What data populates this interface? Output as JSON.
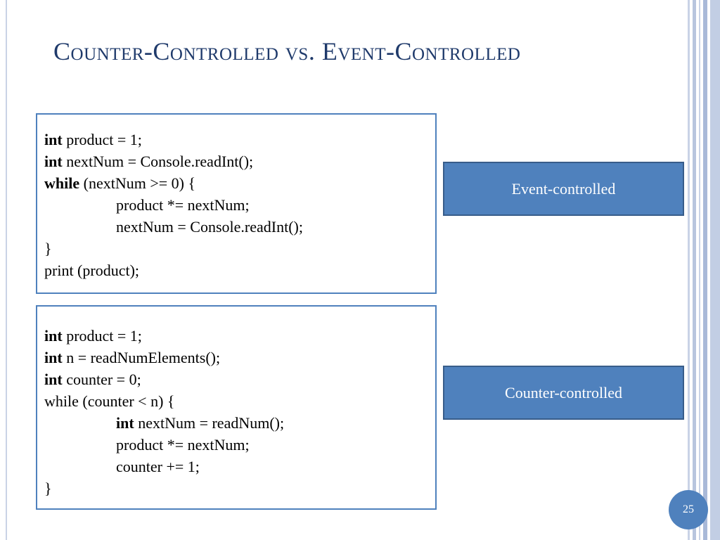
{
  "slide": {
    "title": "Counter-Controlled vs. Event-Controlled",
    "page_number": "25",
    "accent_color": "#4f81bd",
    "title_color": "#1f3a6b"
  },
  "event_code": {
    "lines": [
      {
        "kw": "int",
        "rest": " product = 1;"
      },
      {
        "kw": "int",
        "rest": " nextNum = Console.readInt();"
      },
      {
        "kw": "while",
        "rest": " (nextNum >= 0) {"
      },
      {
        "kw": "",
        "rest": "product *= nextNum;"
      },
      {
        "kw": "",
        "rest": "nextNum = Console.readInt();"
      },
      {
        "kw": "",
        "rest": "}"
      },
      {
        "kw": "",
        "rest": "print (product);"
      }
    ]
  },
  "counter_code": {
    "lines": [
      {
        "kw": "int",
        "rest": " product = 1;"
      },
      {
        "kw": "int",
        "rest": " n = readNumElements();"
      },
      {
        "kw": "int",
        "rest": " counter = 0;"
      },
      {
        "kw": "",
        "rest": "while (counter < n) {"
      },
      {
        "kw": "int",
        "rest": " nextNum = readNum();"
      },
      {
        "kw": "",
        "rest": "product *= nextNum;"
      },
      {
        "kw": "",
        "rest": "counter += 1;"
      },
      {
        "kw": "",
        "rest": "}"
      }
    ]
  },
  "labels": {
    "event": "Event-controlled",
    "counter": "Counter-controlled"
  }
}
